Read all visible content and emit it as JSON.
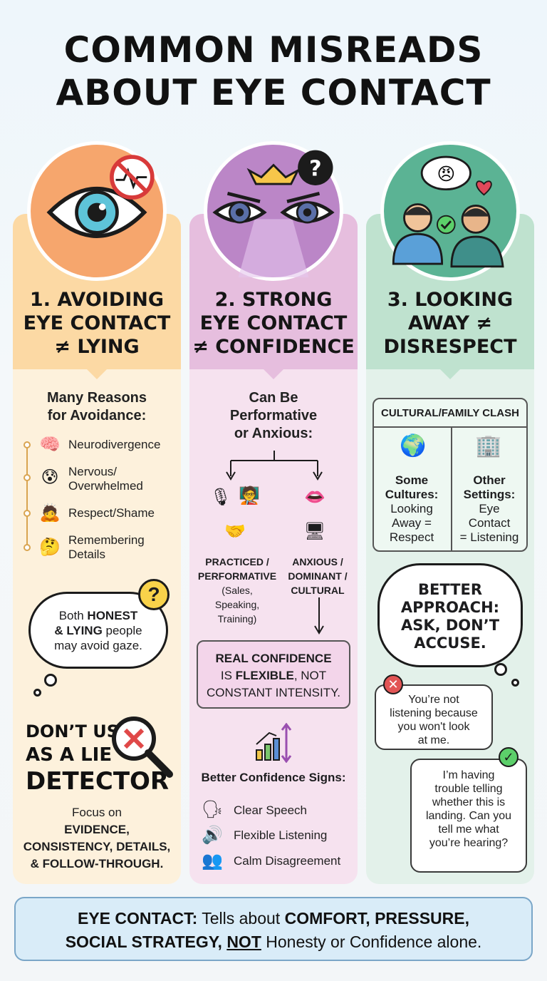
{
  "title": {
    "line1": "COMMON MISREADS",
    "line2": "ABOUT EYE CONTACT"
  },
  "colors": {
    "orange": "#fcd9a4",
    "pink": "#e6bede",
    "green": "#bfe2cf",
    "footer": "#d9ecf8"
  },
  "col1": {
    "icon": "eye-no-polygraph-icon",
    "heading": [
      "1. AVOIDING",
      "EYE CONTACT",
      "≠ LYING"
    ],
    "sub": [
      "Many Reasons",
      "for Avoidance:"
    ],
    "reasons": [
      {
        "icon": "brain-icon",
        "lines": [
          "Neurodivergence"
        ]
      },
      {
        "icon": "anxious-face-icon",
        "lines": [
          "Nervous/",
          "Overwhelmed"
        ]
      },
      {
        "icon": "bowing-person-icon",
        "lines": [
          "Respect/Shame"
        ]
      },
      {
        "icon": "thinking-person-icon",
        "lines": [
          "Remembering",
          "Details"
        ]
      }
    ],
    "cloud": {
      "p1": "Both ",
      "b1": "HONEST",
      "p2": "& LYING",
      "p3": " people",
      "p4": "may avoid gaze."
    },
    "detector": [
      "DON’T USE",
      "AS A LIE",
      "DETECTOR"
    ],
    "focus": {
      "lead": "Focus on",
      "l1": "EVIDENCE,",
      "l2": "CONSISTENCY, DETAILS,",
      "l3": "& FOLLOW-THROUGH."
    }
  },
  "col2": {
    "icon": "intense-eyes-crown-icon",
    "heading": [
      "2. STRONG",
      "EYE CONTACT",
      "≠ CONFIDENCE"
    ],
    "sub": [
      "Can Be",
      "Performative",
      "or Anxious:"
    ],
    "left": {
      "title1": "PRACTICED /",
      "title2": "PERFORMATIVE",
      "note": [
        "(Sales,",
        "Speaking,",
        "Training)"
      ]
    },
    "right": {
      "title1": "ANXIOUS /",
      "title2": "DOMINANT /",
      "title3": "CULTURAL"
    },
    "box": {
      "l1a": "REAL CONFIDENCE",
      "l2a": "IS ",
      "l2b": "FLEXIBLE",
      "l2c": ", NOT",
      "l3": "CONSTANT INTENSITY."
    },
    "signs_title": "Better Confidence Signs:",
    "signs": [
      "Clear Speech",
      "Flexible Listening",
      "Calm Disagreement"
    ]
  },
  "col3": {
    "icon": "two-people-misunderstanding-icon",
    "heading": [
      "3. LOOKING",
      "AWAY ≠",
      "DISRESPECT"
    ],
    "clash_title": "CULTURAL/FAMILY CLASH",
    "left": {
      "b1": "Some",
      "b2": "Cultures:",
      "l1": "Looking",
      "l2": "Away =",
      "l3": "Respect"
    },
    "right": {
      "b1": "Other",
      "b2": "Settings:",
      "l1": "Eye",
      "l2": "Contact",
      "l3": "= Listening"
    },
    "approach": [
      "BETTER",
      "APPROACH:",
      "ASK, DON’T",
      "ACCUSE."
    ],
    "bad": [
      "You’re not",
      "listening because",
      "you won't look",
      "at me."
    ],
    "good": [
      "I’m having",
      "trouble telling",
      "whether this is",
      "landing. Can you",
      "tell me what",
      "you’re hearing?"
    ]
  },
  "footer": {
    "b1": "EYE CONTACT:",
    "t1": " Tells about ",
    "b2": "COMFORT, PRESSURE,",
    "b3": "SOCIAL STRATEGY, ",
    "u": "NOT",
    "t2": " Honesty or Confidence alone."
  }
}
